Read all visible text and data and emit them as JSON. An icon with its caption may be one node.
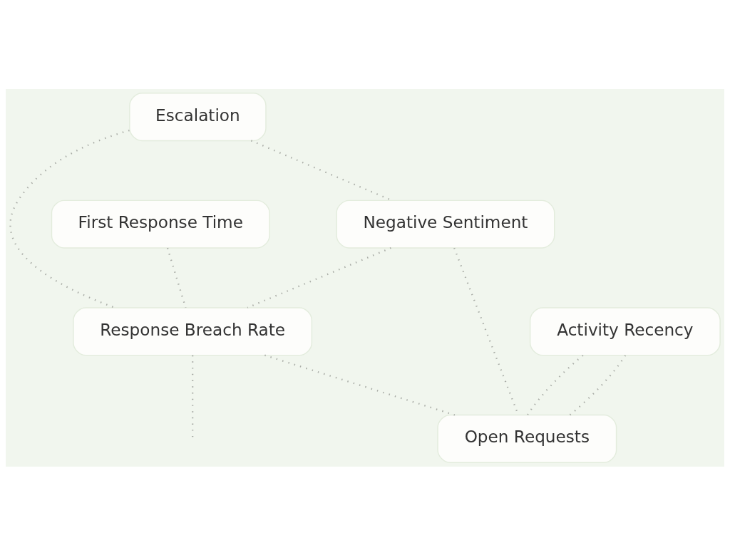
{
  "diagram": {
    "nodes": [
      {
        "text": [
          "Escalation"
        ]
      },
      {
        "text": [
          "First Response Time"
        ]
      },
      {
        "text": [
          "Negative Sentiment"
        ]
      },
      {
        "text": [
          "Response Breach Rate"
        ]
      },
      {
        "text": [
          "Activity Recency"
        ]
      },
      {
        "text": [
          "Open Requests"
        ]
      }
    ],
    "edges": [
      {
        "from": 0,
        "to": 3,
        "arrow": "none"
      },
      {
        "from": 0,
        "to": 2,
        "arrow": "none"
      },
      {
        "from": 1,
        "to": 3,
        "arrow": "none"
      },
      {
        "from": 2,
        "to": 3,
        "arrow": "none"
      },
      {
        "from": 3,
        "to": null,
        "arrow": "none"
      },
      {
        "from": 2,
        "to": 5,
        "arrow": "none"
      },
      {
        "from": 4,
        "to": 5,
        "arrow": "none"
      },
      {
        "from": 3,
        "to": 5,
        "arrow": "none"
      },
      {
        "from": 4,
        "to": 5,
        "arrow": "none"
      }
    ]
  }
}
